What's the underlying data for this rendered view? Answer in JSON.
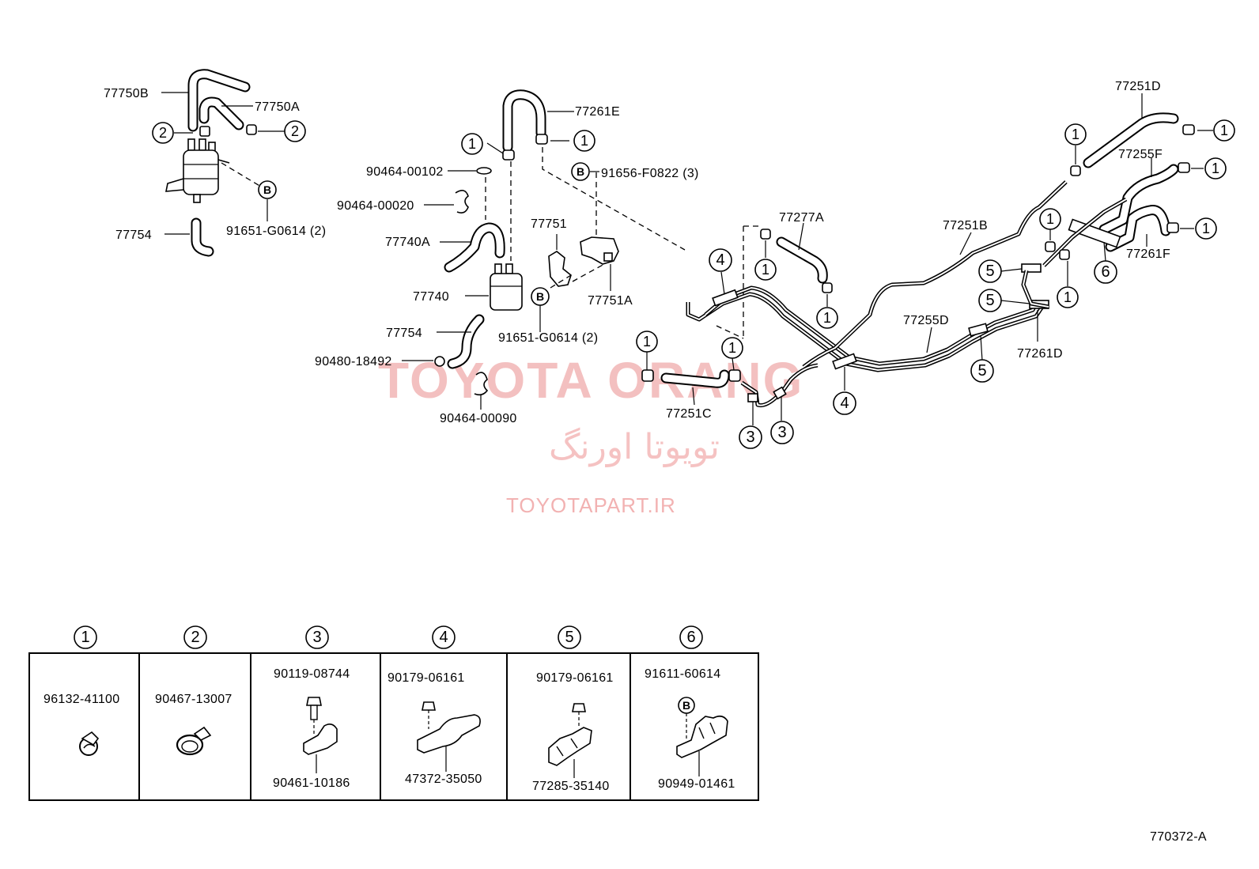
{
  "watermark": {
    "brand": "TOYOTA ORANG",
    "brand_fa": "تویوتا اورنگ",
    "site": "TOYOTAPART.IR"
  },
  "diagram_code": "770372-A",
  "callouts": {
    "one": "1",
    "two": "2",
    "three": "3",
    "four": "4",
    "five": "5",
    "six": "6",
    "b": "B"
  },
  "labels": {
    "p77750B": "77750B",
    "p77750A": "77750A",
    "p91651_G0614_left": "91651-G0614 (2)",
    "p77754_left": "77754",
    "p77261E": "77261E",
    "p90464_00102": "90464-00102",
    "p91656_F0822": "91656-F0822 (3)",
    "p90464_00020": "90464-00020",
    "p77751": "77751",
    "p77740A": "77740A",
    "p77751A": "77751A",
    "p77740": "77740",
    "p77754_mid": "77754",
    "p91651_G0614_mid": "91651-G0614 (2)",
    "p90480_18492": "90480-18492",
    "p90464_00090": "90464-00090",
    "p77277A": "77277A",
    "p77251C": "77251C",
    "p77251D": "77251D",
    "p77255F": "77255F",
    "p77251B": "77251B",
    "p77261F": "77261F",
    "p77255D": "77255D",
    "p77261D": "77261D"
  },
  "legend": [
    {
      "key": "1",
      "top": "",
      "bottom": "96132-41100"
    },
    {
      "key": "2",
      "top": "",
      "bottom": "90467-13007"
    },
    {
      "key": "3",
      "top": "90119-08744",
      "bottom": "90461-10186"
    },
    {
      "key": "4",
      "top": "90179-06161",
      "bottom": "47372-35050"
    },
    {
      "key": "5",
      "top": "90179-06161",
      "bottom": "77285-35140"
    },
    {
      "key": "6",
      "top": "91611-60614",
      "bottom": "90949-01461"
    }
  ]
}
